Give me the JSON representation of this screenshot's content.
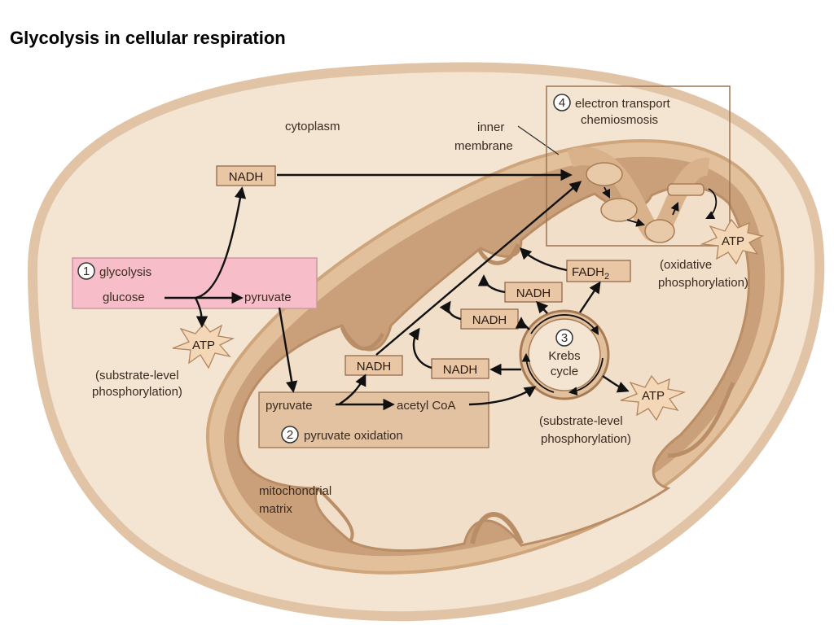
{
  "title": "Glycolysis in cellular respiration",
  "colors": {
    "cell_fill": "#f4e4d2",
    "cell_edge": "#e1c4a6",
    "mito_outer": "#e3c09c",
    "mito_band": "#caa07a",
    "matrix": "#f2dfc9",
    "glycolysis_box": "#f7bdc8",
    "label_box": "#e9c7a4",
    "arrow": "#111111"
  },
  "labels": {
    "cytoplasm": "cytoplasm",
    "inner_membrane_line1": "inner",
    "inner_membrane_line2": "membrane",
    "mito_matrix_line1": "mitochondrial",
    "mito_matrix_line2": "matrix"
  },
  "stages": {
    "glycolysis": {
      "number": "1",
      "name": "glycolysis",
      "input": "glucose",
      "output": "pyruvate"
    },
    "pyruvate_oxidation": {
      "number": "2",
      "name": "pyruvate oxidation",
      "input": "pyruvate",
      "output": "acetyl CoA"
    },
    "krebs": {
      "number": "3",
      "name_line1": "Krebs",
      "name_line2": "cycle"
    },
    "electron_transport": {
      "number": "4",
      "name_line1": "electron transport",
      "name_line2": "chemiosmosis"
    }
  },
  "molecules": {
    "nadh": "NADH",
    "fadh2_base": "FADH",
    "fadh2_sub": "2",
    "atp": "ATP"
  },
  "phosphorylation": {
    "substrate_line1": "(substrate-level",
    "substrate_line2": "phosphorylation)",
    "oxidative_line1": "(oxidative",
    "oxidative_line2": "phosphorylation)"
  }
}
